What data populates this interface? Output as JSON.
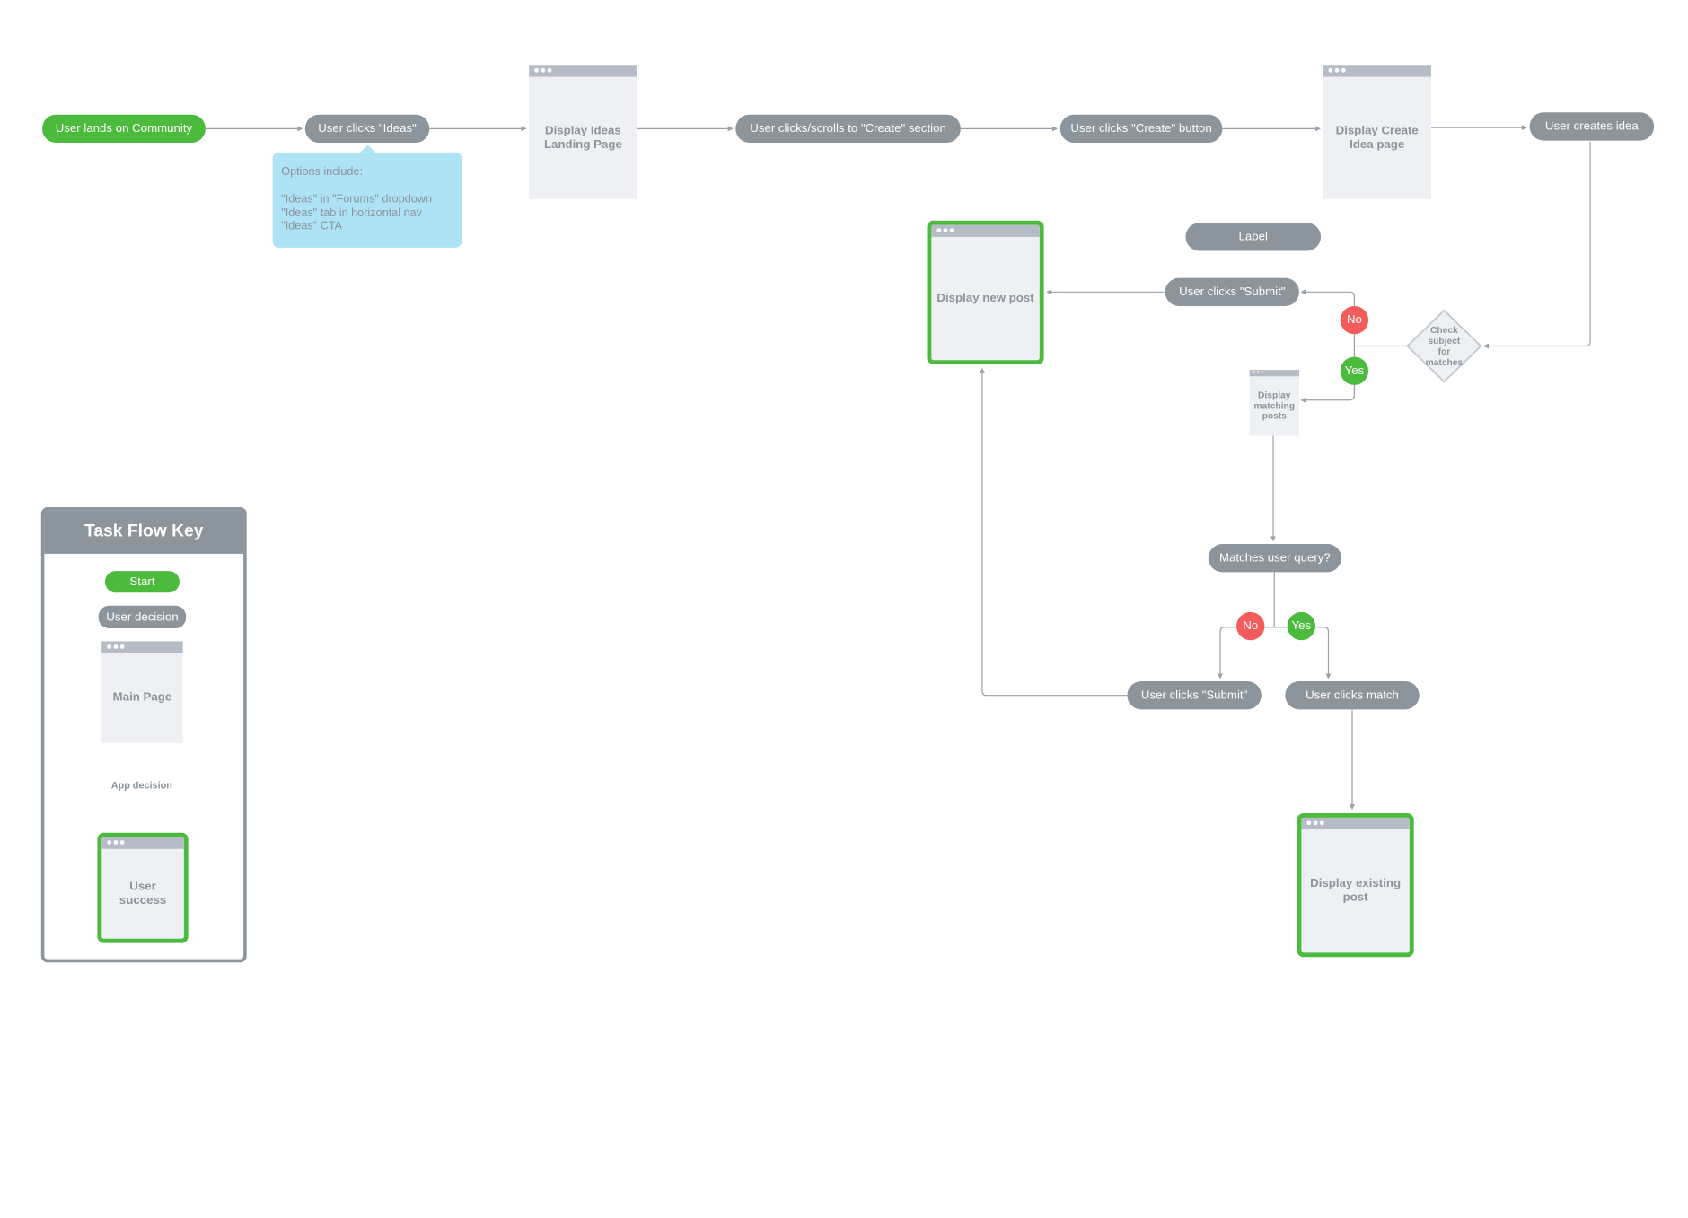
{
  "flow": {
    "start": "User lands on Community",
    "clicks_ideas": "User clicks \"Ideas\"",
    "options_callout": [
      "Options include:",
      "",
      "\"Ideas\" in \"Forums\" dropdown",
      "\"Ideas\" tab in horizontal nav",
      "\"Ideas\" CTA"
    ],
    "display_ideas_landing": "Display Ideas Landing Page",
    "clicks_scrolls_create": "User clicks/scrolls to \"Create\" section",
    "clicks_create_button": "User clicks \"Create\" button",
    "display_create_idea": "Display Create Idea page",
    "user_creates_idea": "User creates idea",
    "label_pill": "Label",
    "check_subject": "Check subject for matches",
    "no_top": "No",
    "yes_top": "Yes",
    "clicks_submit_top": "User clicks \"Submit\"",
    "display_new_post": "Display new post",
    "display_matching_posts": "Display matching posts",
    "matches_query": "Matches user query?",
    "no_bottom": "No",
    "yes_bottom": "Yes",
    "clicks_submit_bottom": "User clicks \"Submit\"",
    "clicks_match": "User clicks match",
    "display_existing_post": "Display existing post"
  },
  "key": {
    "title": "Task Flow Key",
    "start": "Start",
    "user_decision": "User decision",
    "main_page": "Main Page",
    "app_decision": "App decision",
    "user_success": "User success"
  },
  "colors": {
    "pill": "#8c949c",
    "start": "#4cba3c",
    "success_border": "#4cba3c",
    "no": "#f25c5c",
    "yes": "#4cba3c",
    "callout": "#aee3f6",
    "page_bg": "#eef0f4",
    "page_bar": "#b6bcc5",
    "connector": "#9aa1a8"
  }
}
